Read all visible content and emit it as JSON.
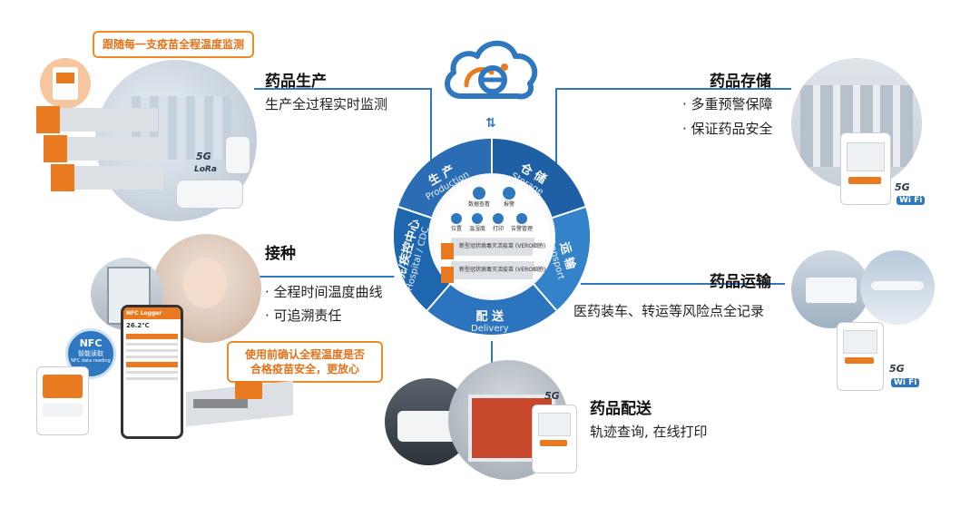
{
  "bubbles": {
    "top_left": "跟随每一支疫苗全程温度监测",
    "bottom_mid": "使用前确认全程温度是否\n合格疫苗安全，更放心"
  },
  "sections": {
    "production": {
      "title": "药品生产",
      "desc": "生产全过程实时监测"
    },
    "storage": {
      "title": "药品存储",
      "bullets": [
        "· 多重预警保障",
        "· 保证药品安全"
      ]
    },
    "vaccination": {
      "title": "接种",
      "bullets": [
        "· 全程时间温度曲线",
        "· 可追溯责任"
      ]
    },
    "transport": {
      "title": "药品运输",
      "desc": "医药装车、转运等风险点全记录"
    },
    "delivery": {
      "title": "药品配送",
      "desc": "轨迹查询, 在线打印"
    }
  },
  "ring": {
    "production": {
      "cn": "生 产",
      "en": "Production"
    },
    "storage": {
      "cn": "仓 储",
      "en": "Storage"
    },
    "transport": {
      "cn": "运 输",
      "en": "Transport"
    },
    "delivery": {
      "cn": "配 送",
      "en": "Delivery"
    },
    "hospital": {
      "cn": "医院/疾控中心",
      "en": "Hospital / CDC"
    }
  },
  "center_icons": [
    "数据查看",
    "报警",
    "位置",
    "温湿度",
    "打印",
    "告警管理"
  ],
  "product_box_labels": [
    "新型冠状病毒灭活疫苗 (VERO细胞)",
    "新型冠状病毒灭活疫苗 (VERO细胞)"
  ],
  "nfc": {
    "main": "NFC",
    "sub": "智能读取",
    "note": "NFC data reading"
  },
  "phone": {
    "header": "NFC Logger",
    "reading": "26.2℃"
  },
  "badges": {
    "g5": "5G",
    "wifi": "Wi Fi",
    "lora": "LoRa"
  },
  "colors": {
    "primary_blue": "#2f78bf",
    "orange": "#ea7a1f"
  }
}
